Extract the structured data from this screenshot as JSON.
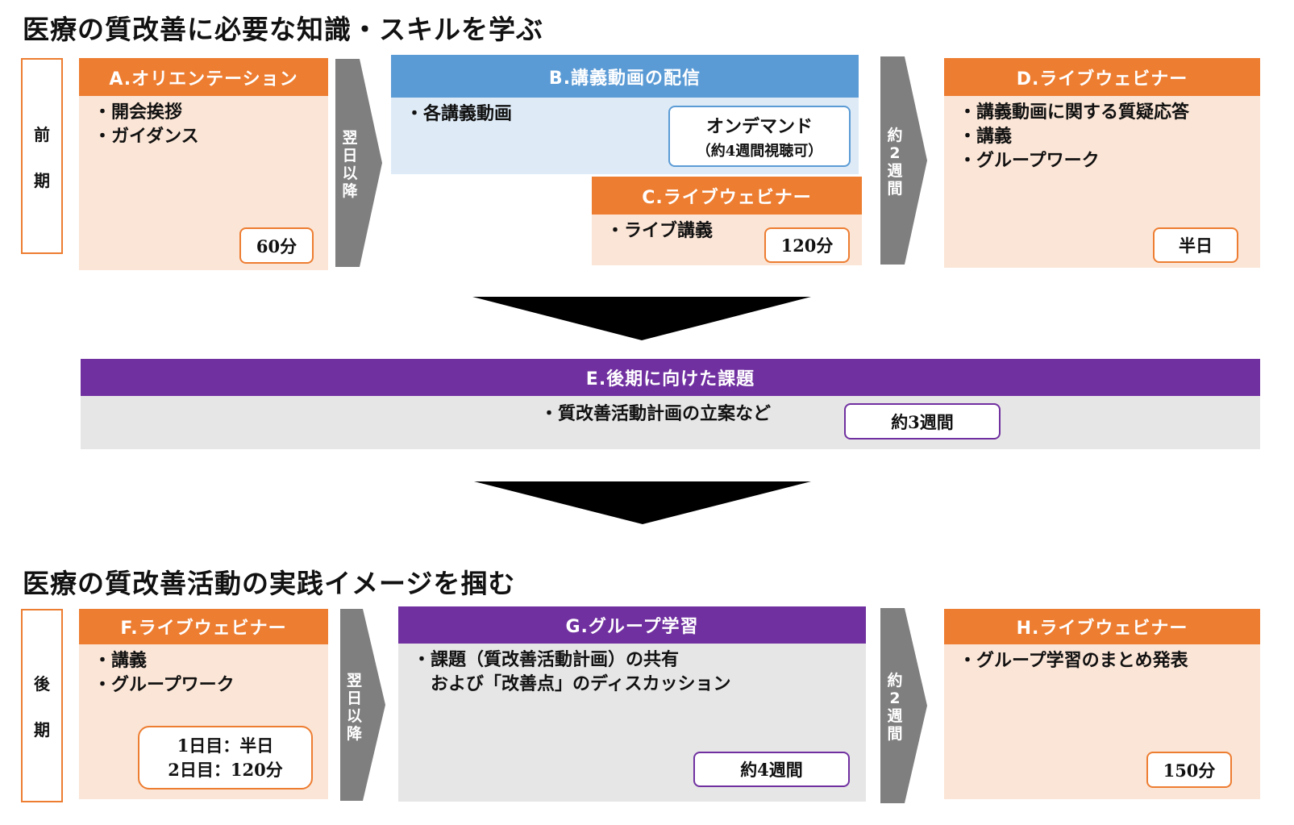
{
  "headings": {
    "top": "医療の質改善に必要な知識・スキルを学ぶ",
    "bottom": "医療の質改善活動の実践イメージを掴む"
  },
  "phases": {
    "first": [
      "前",
      "期"
    ],
    "second": [
      "後",
      "期"
    ]
  },
  "connectors": {
    "next_day": [
      "翌",
      "日",
      "以",
      "降"
    ],
    "two_weeks": [
      "約",
      "2",
      "週",
      "間"
    ]
  },
  "blocks": {
    "A": {
      "title": "A.オリエンテーション",
      "items": [
        "・開会挨拶",
        "・ガイダンス"
      ],
      "duration": "60分"
    },
    "B": {
      "title": "B.講義動画の配信",
      "items": [
        "・各講義動画"
      ],
      "badge_main": "オンデマンド",
      "badge_sub": "（約4週間視聴可）"
    },
    "C": {
      "title": "C.ライブウェビナー",
      "items": [
        "・ライブ講義"
      ],
      "duration": "120分"
    },
    "D": {
      "title": "D.ライブウェビナー",
      "items": [
        "・講義動画に関する質疑応答",
        "・講義",
        "・グループワーク"
      ],
      "duration": "半日"
    },
    "E": {
      "title": "E.後期に向けた課題",
      "items": [
        "・質改善活動計画の立案など"
      ],
      "duration": "約3週間"
    },
    "F": {
      "title": "F.ライブウェビナー",
      "items": [
        "・講義",
        "・グループワーク"
      ],
      "duration_lines": [
        "1日目：半日",
        "2日目：120分"
      ]
    },
    "G": {
      "title": "G.グループ学習",
      "items": [
        "・課題（質改善活動計画）の共有",
        "　および「改善点」のディスカッション"
      ],
      "duration": "約4週間"
    },
    "H": {
      "title": "H.ライブウェビナー",
      "items": [
        "・グループ学習のまとめ発表"
      ],
      "duration": "150分"
    }
  },
  "colors": {
    "orange": "#ed7d31",
    "peach": "#fbe5d6",
    "blue": "#5b9bd5",
    "light_blue": "#deebf7",
    "purple": "#7030a0",
    "light_gray": "#e7e6e6",
    "gray_arrow": "#7f7f7f",
    "black": "#000000"
  }
}
